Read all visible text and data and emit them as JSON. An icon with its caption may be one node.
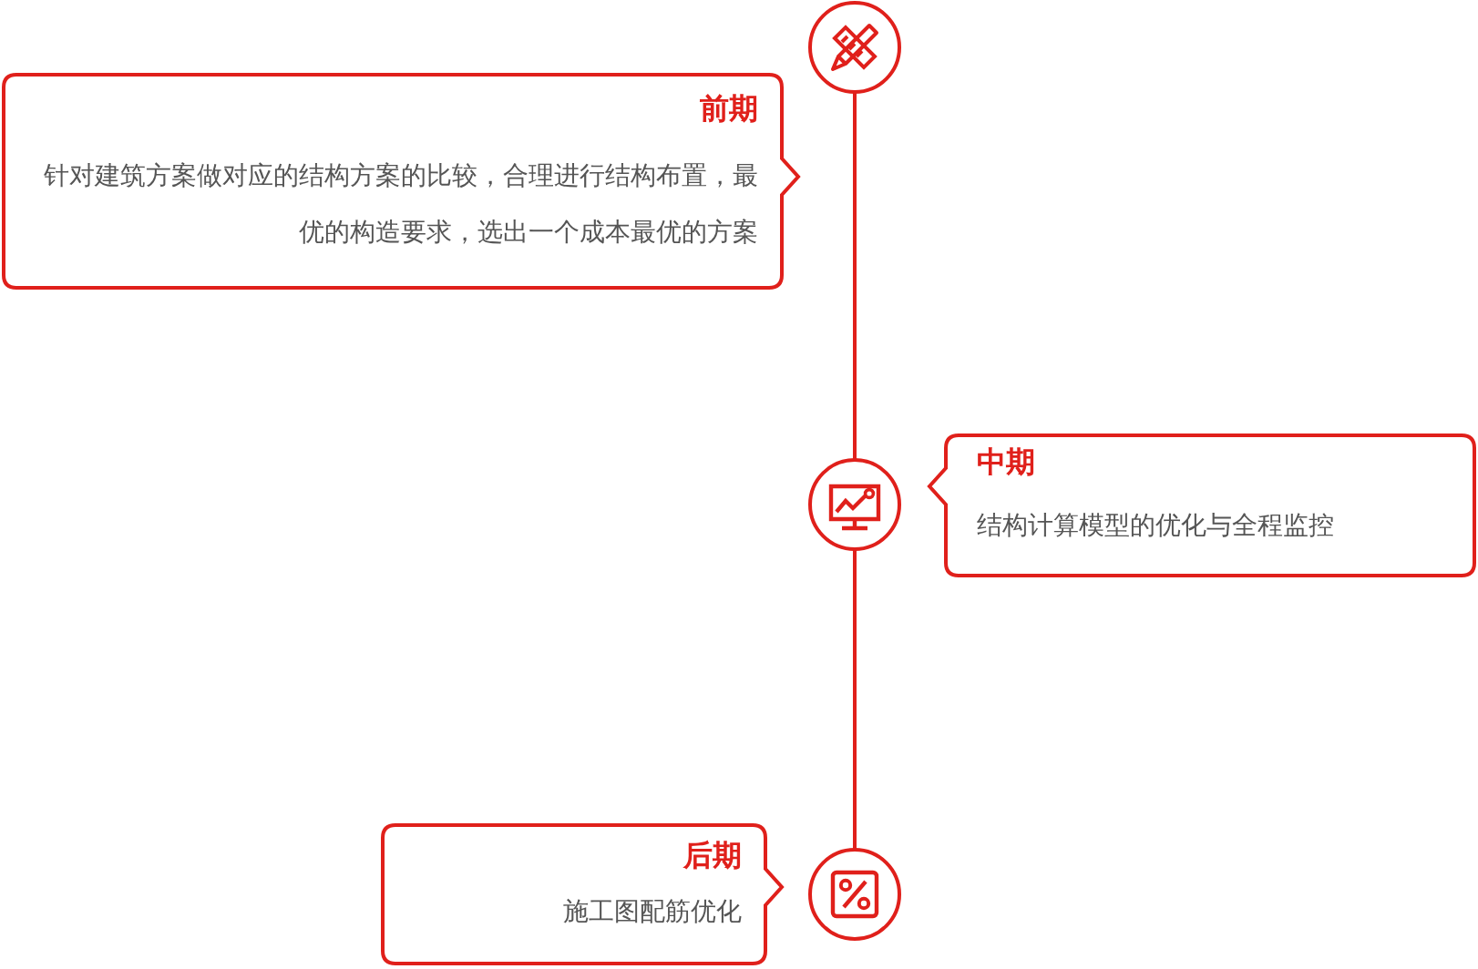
{
  "diagram": {
    "nodes": [
      {
        "text": [
          "前期",
          "针对建筑方案做对应的结构方案的比较，合理进行结构布置，最优的构造要求，选出一个成本最优的方案"
        ]
      },
      {
        "text": [],
        "shape": "circle"
      },
      {
        "text": [],
        "shape": "circle"
      },
      {
        "text": [
          "中期",
          "结构计算模型的优化与全程监控"
        ]
      },
      {
        "text": [],
        "shape": "circle"
      },
      {
        "text": [
          "后期",
          "施工图配筋优化"
        ]
      }
    ],
    "edges": [
      {
        "from": 1,
        "to": 2,
        "arrow": "none"
      },
      {
        "from": 2,
        "to": 4,
        "arrow": "none"
      }
    ]
  }
}
